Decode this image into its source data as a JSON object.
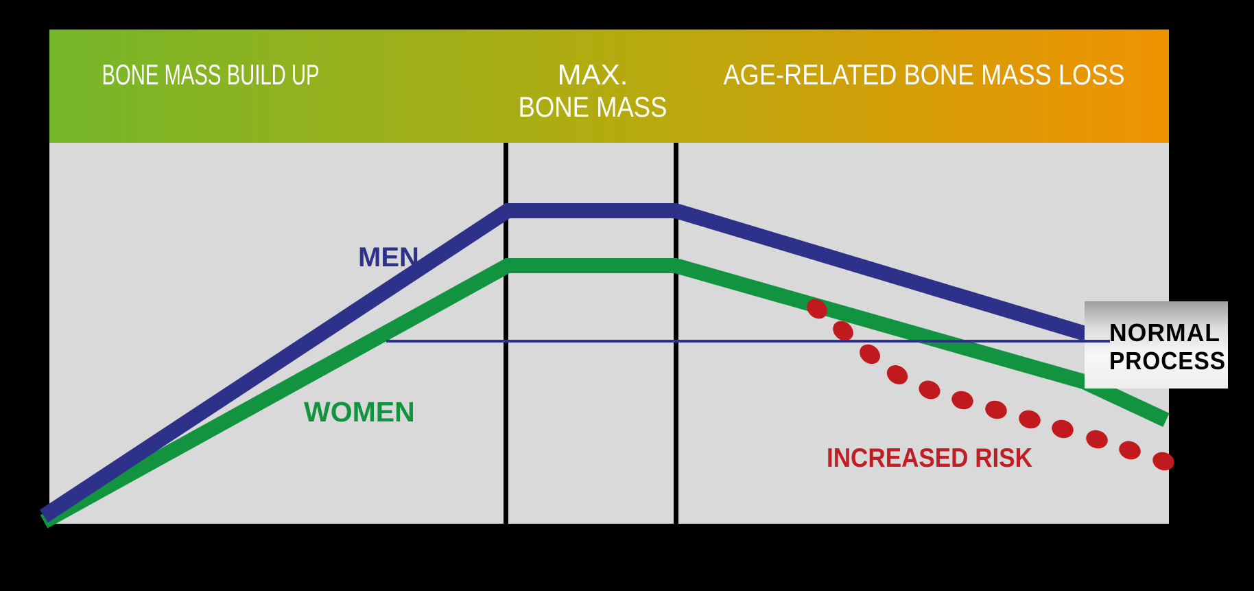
{
  "header": {
    "section1_label": "BONE MASS BUILD UP",
    "section2_label_line1": "MAX.",
    "section2_label_line2": "BONE MASS",
    "section3_label": "AGE-RELATED BONE MASS LOSS"
  },
  "labels": {
    "men": "MEN",
    "women": "WOMEN",
    "increased_risk": "INCREASED RISK",
    "normal_process_line1": "NORMAL",
    "normal_process_line2": "PROCESS"
  },
  "colors": {
    "background": "#000000",
    "plot_background": "#d9d9d9",
    "header_gradient_left": "#75b72a",
    "header_gradient_middle": "#b3ab10",
    "header_gradient_right": "#f09200",
    "header_text": "#ffffff",
    "men_line": "#2d3189",
    "women_line": "#119340",
    "risk_dots": "#c01a1f",
    "risk_text": "#bf1e24",
    "threshold_line": "#2d3189",
    "divider": "#000000",
    "normal_box_text": "#000000"
  },
  "chart_data": {
    "type": "line",
    "title": "",
    "xlabel": "",
    "ylabel": "",
    "axes_visible": false,
    "grid": false,
    "x_units": "relative age (no tick labels shown)",
    "y_units": "relative bone mass (no tick labels shown)",
    "xlim": [
      0,
      100
    ],
    "ylim": [
      0,
      105
    ],
    "phases": [
      {
        "label": "BONE MASS BUILD UP",
        "x_start": 0,
        "x_end": 40.7
      },
      {
        "label": "MAX. BONE MASS",
        "x_start": 40.7,
        "x_end": 55.9
      },
      {
        "label": "AGE-RELATED BONE MASS LOSS",
        "x_start": 55.9,
        "x_end": 100
      }
    ],
    "series": [
      {
        "name": "MEN",
        "style": "solid",
        "color": "#2d3189",
        "points": [
          [
            0,
            0
          ],
          [
            41,
            100
          ],
          [
            56,
            100
          ],
          [
            92,
            59
          ]
        ]
      },
      {
        "name": "WOMEN",
        "style": "solid",
        "color": "#119340",
        "points": [
          [
            0,
            0
          ],
          [
            41,
            82
          ],
          [
            56,
            82
          ],
          [
            92,
            44
          ],
          [
            100,
            32
          ]
        ]
      },
      {
        "name": "INCREASED RISK",
        "style": "dotted",
        "color": "#c01a1f",
        "points": [
          [
            68.5,
            68
          ],
          [
            70.9,
            61
          ],
          [
            73.3,
            53
          ],
          [
            75.7,
            47
          ],
          [
            78.6,
            42
          ],
          [
            81.5,
            39
          ],
          [
            84.5,
            36
          ],
          [
            87.5,
            33
          ],
          [
            90.5,
            30
          ],
          [
            93.5,
            26
          ],
          [
            96.5,
            23
          ],
          [
            99.5,
            19
          ]
        ]
      },
      {
        "name": "NORMAL PROCESS threshold",
        "style": "thin-solid",
        "color": "#2d3189",
        "points": [
          [
            30,
            57
          ],
          [
            94.7,
            57
          ]
        ]
      }
    ],
    "annotations": [
      {
        "text": "MEN",
        "attached_to": "MEN"
      },
      {
        "text": "WOMEN",
        "attached_to": "WOMEN"
      },
      {
        "text": "INCREASED RISK",
        "attached_to": "INCREASED RISK"
      },
      {
        "text": "NORMAL PROCESS",
        "attached_to": "NORMAL PROCESS threshold"
      }
    ],
    "legend_position": "none"
  }
}
